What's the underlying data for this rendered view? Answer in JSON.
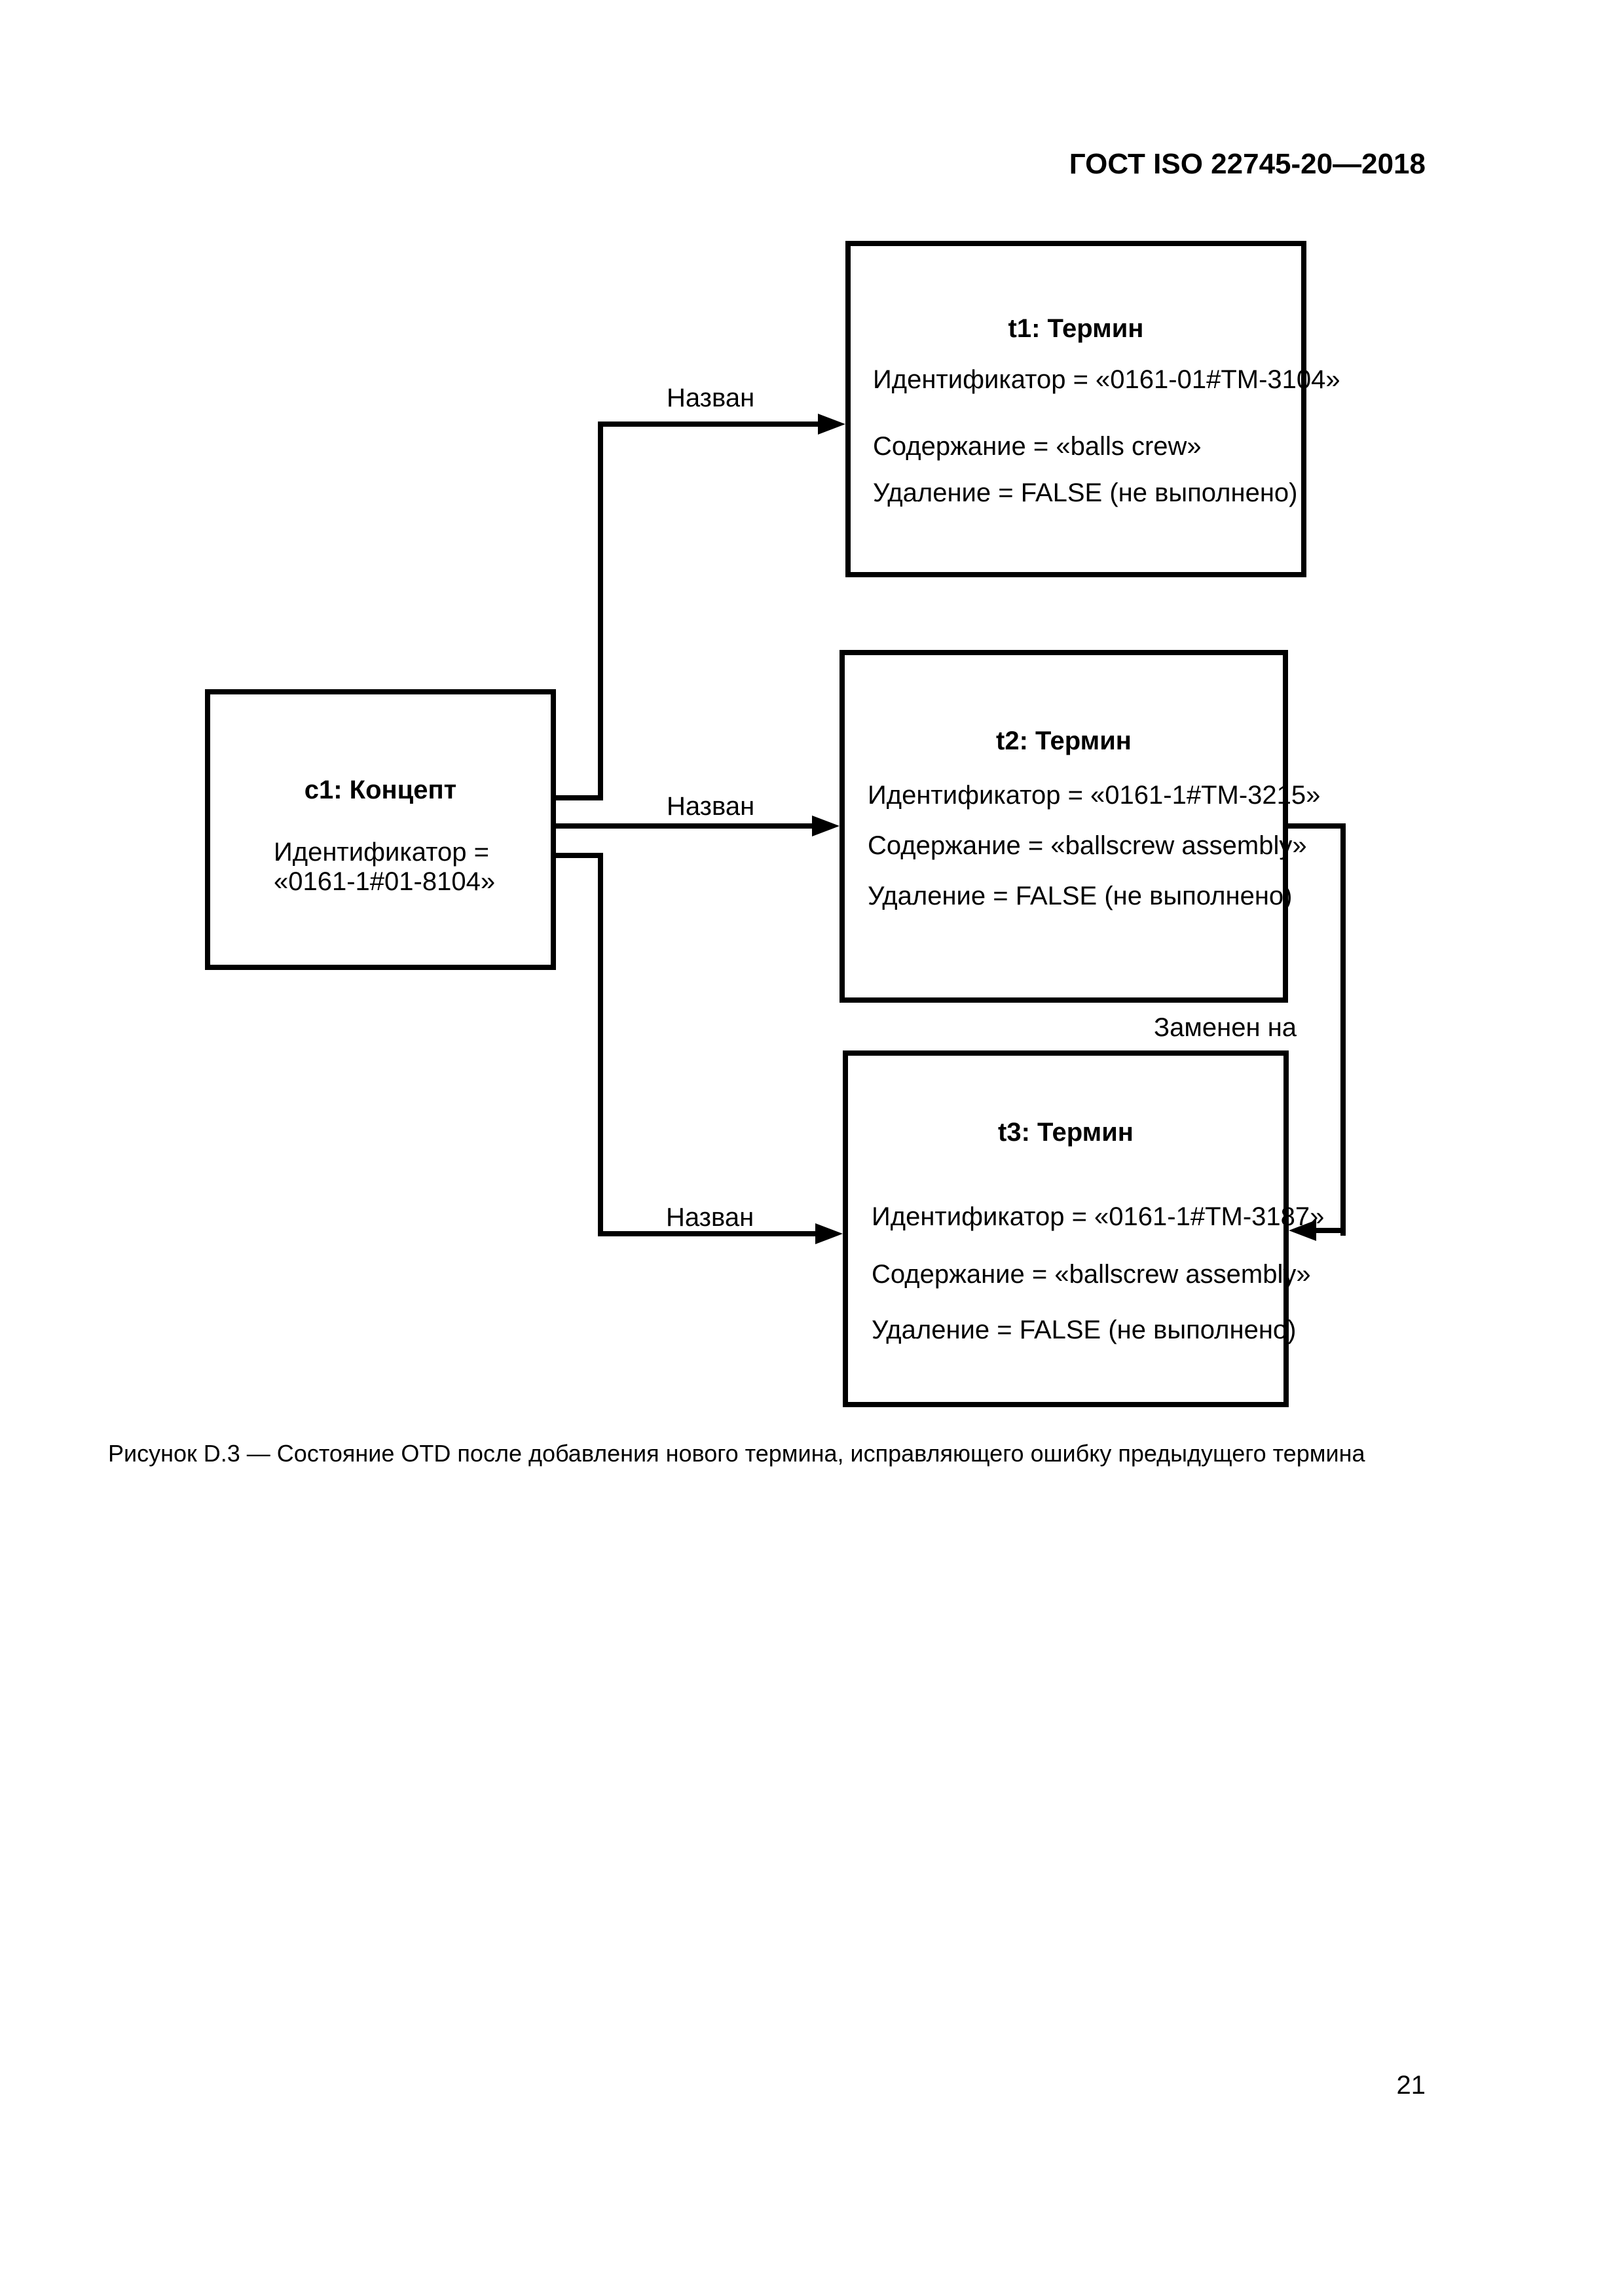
{
  "header": {
    "title": "ГОСТ ISO 22745-20—2018"
  },
  "boxes": {
    "c1": {
      "title": "c1: Концепт",
      "identifier_line1": "Идентификатор =",
      "identifier_line2": "«0161-1#01-8104»"
    },
    "t1": {
      "title": "t1: Термин",
      "identifier": "Идентификатор = «0161-01#TM-3104»",
      "content": "Содержание = «balls crew»",
      "deletion": "Удаление = FALSE (не выполнено)"
    },
    "t2": {
      "title": "t2: Термин",
      "identifier": "Идентификатор = «0161-1#TM-3215»",
      "content": "Содержание = «ballscrew assembly»",
      "deletion": "Удаление = FALSE (не выполнено)"
    },
    "t3": {
      "title": "t3: Термин",
      "identifier": "Идентификатор = «0161-1#TM-3187»",
      "content": "Содержание = «ballscrew assembly»",
      "deletion": "Удаление = FALSE (не выполнено)"
    }
  },
  "edges": {
    "named_t1": "Назван",
    "named_t2": "Назван",
    "named_t3": "Назван",
    "replaced_by": "Заменен на"
  },
  "caption": {
    "text": "Рисунок D.3 — Состояние OTD после добавления нового термина, исправляющего ошибку предыдущего термина"
  },
  "page": {
    "number": "21"
  },
  "colors": {
    "ink": "#000000",
    "paper": "#ffffff"
  }
}
